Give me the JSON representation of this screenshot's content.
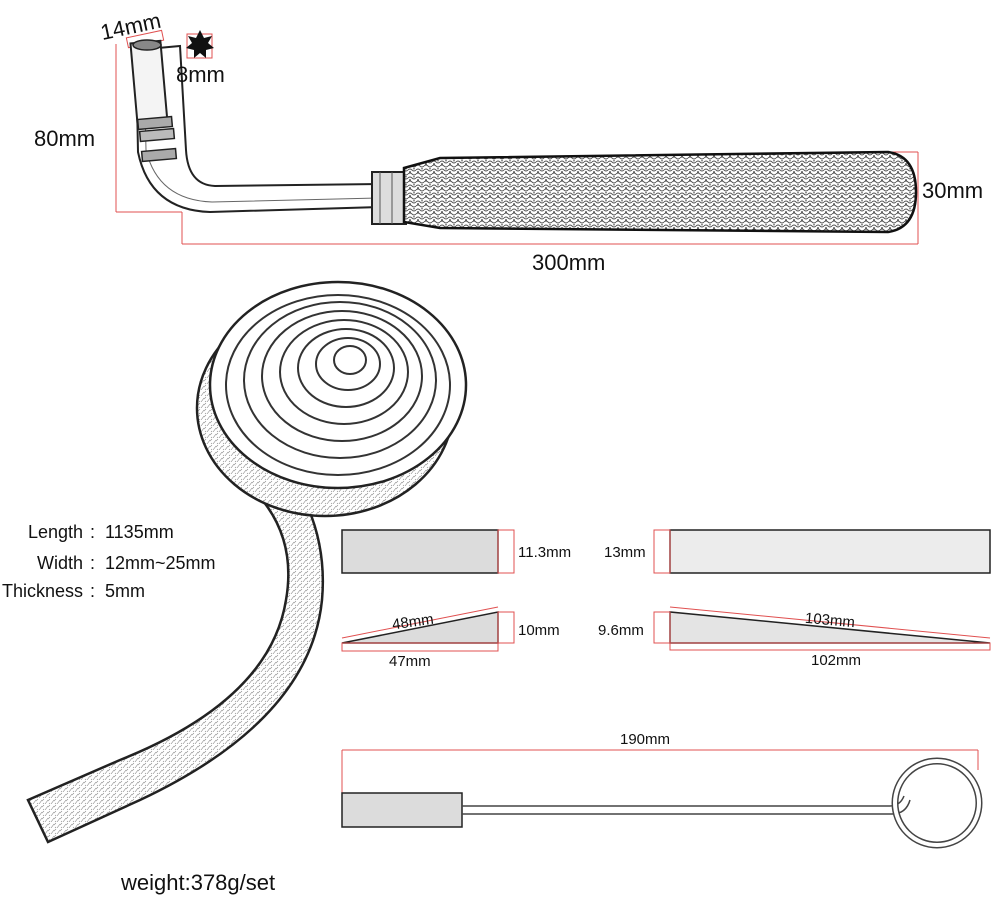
{
  "tuning_hammer": {
    "tip_width": "14mm",
    "star_size": "8mm",
    "height": "80mm",
    "handle_diameter": "30mm",
    "total_length": "300mm"
  },
  "felt_strip": {
    "length_label": "Length",
    "length_value": "1135mm",
    "width_label": "Width",
    "width_value": "12mm~25mm",
    "thickness_label": "Thickness",
    "thickness_value": "5mm",
    "separator": ":"
  },
  "mute_flat_1": {
    "height": "11.3mm"
  },
  "mute_flat_2": {
    "height": "13mm"
  },
  "wedge_1": {
    "slope": "48mm",
    "base": "47mm",
    "height": "10mm"
  },
  "wedge_2": {
    "height": "9.6mm",
    "slope": "103mm",
    "base": "102mm"
  },
  "ring_tool": {
    "length": "190mm"
  },
  "weight": "weight:378g/set",
  "colors": {
    "dimension_line": "#e05050",
    "block_fill": "#dcdcdc",
    "block_stroke": "#222222",
    "ink": "#111111"
  }
}
